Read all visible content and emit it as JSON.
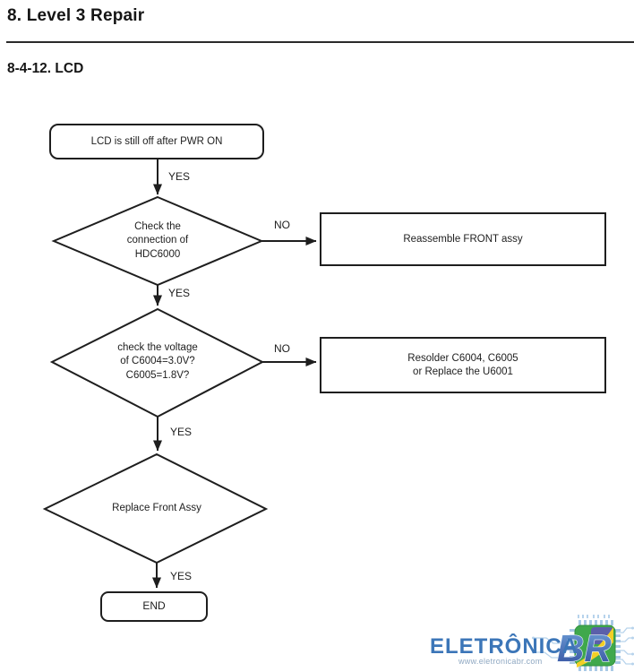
{
  "header": {
    "title": "8. Level 3 Repair",
    "section": "8-4-12. LCD"
  },
  "flowchart": {
    "start_label": "LCD is still off after PWR ON",
    "decision1_label": "Check the\nconnection of\nHDC6000",
    "action1_label": "Reassemble FRONT assy",
    "decision2_label": "check the voltage\nof C6004=3.0V?\nC6005=1.8V?",
    "action2_label": "Resolder C6004, C6005\nor Replace the U6001",
    "decision3_label": "Replace Front Assy",
    "end_label": "END",
    "yes_label": "YES",
    "no_label": "NO",
    "line_color": "#1e1e1e"
  },
  "watermark": {
    "brand": "ELETRÔNICA",
    "brand_suffix": "BR",
    "url": "www.eletronicabr.com",
    "colors": {
      "brand_blue": "#3c76b8",
      "chip_green": "#3fa84c",
      "chip_yellow": "#f3cf25",
      "chip_purple": "#5e57b5",
      "chip_letter_blue": "#3d5bb4",
      "trace_blue": "#b7d3ec"
    }
  }
}
